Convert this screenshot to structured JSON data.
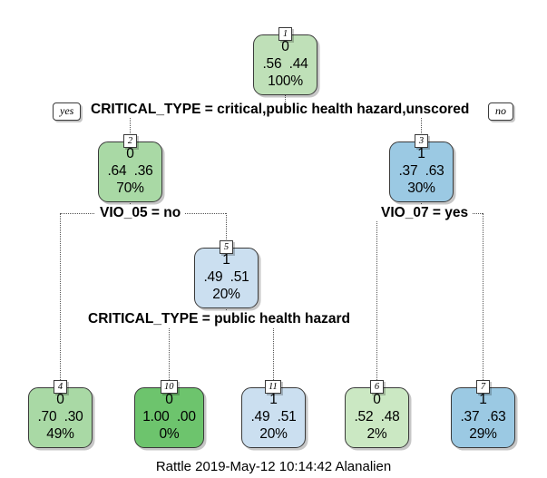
{
  "chart_data": {
    "type": "diagram",
    "diagram_type": "decision-tree",
    "title": "",
    "footer": "Rattle 2019-May-12 10:14:42 Alanalien",
    "class_labels": [
      "0",
      "1"
    ],
    "nodes": [
      {
        "id": "1",
        "predicted_class": "0",
        "prob_0": ".56",
        "prob_1": ".44",
        "percent": "100%",
        "color": "#bfe0b8",
        "level": 0
      },
      {
        "id": "2",
        "predicted_class": "0",
        "prob_0": ".64",
        "prob_1": ".36",
        "percent": "70%",
        "color": "#a9d9a5",
        "level": 1
      },
      {
        "id": "3",
        "predicted_class": "1",
        "prob_0": ".37",
        "prob_1": ".63",
        "percent": "30%",
        "color": "#9bc9e3",
        "level": 1
      },
      {
        "id": "5",
        "predicted_class": "1",
        "prob_0": ".49",
        "prob_1": ".51",
        "percent": "20%",
        "color": "#cbdff0",
        "level": 2
      },
      {
        "id": "4",
        "predicted_class": "0",
        "prob_0": ".70",
        "prob_1": ".30",
        "percent": "49%",
        "color": "#a9d9a5",
        "level": 3
      },
      {
        "id": "10",
        "predicted_class": "0",
        "prob_0": "1.00",
        "prob_1": ".00",
        "percent": "0%",
        "color": "#6dc46d",
        "level": 3
      },
      {
        "id": "11",
        "predicted_class": "1",
        "prob_0": ".49",
        "prob_1": ".51",
        "percent": "20%",
        "color": "#cbdff0",
        "level": 3
      },
      {
        "id": "6",
        "predicted_class": "0",
        "prob_0": ".52",
        "prob_1": ".48",
        "percent": "2%",
        "color": "#cbe8c3",
        "level": 3
      },
      {
        "id": "7",
        "predicted_class": "1",
        "prob_0": ".37",
        "prob_1": ".63",
        "percent": "29%",
        "color": "#9bc9e3",
        "level": 3
      }
    ],
    "splits": [
      {
        "id": "split-root",
        "text": "CRITICAL_TYPE = critical,public health hazard,unscored",
        "yes_label": "yes",
        "no_label": "no",
        "parent": "1",
        "children": [
          "2",
          "3"
        ]
      },
      {
        "id": "split-vio05",
        "text": "VIO_05 = no",
        "parent": "2",
        "children": [
          "4",
          "5"
        ]
      },
      {
        "id": "split-vio07",
        "text": "VIO_07 = yes",
        "parent": "3",
        "children": [
          "6",
          "7"
        ]
      },
      {
        "id": "split-critical-type-phh",
        "text": "CRITICAL_TYPE = public health hazard",
        "parent": "5",
        "children": [
          "10",
          "11"
        ]
      }
    ]
  },
  "nodes": {
    "n1": {
      "cls": "0",
      "probs": ".56  .44",
      "pct": "100%",
      "tag": "1"
    },
    "n2": {
      "cls": "0",
      "probs": ".64  .36",
      "pct": "70%",
      "tag": "2"
    },
    "n3": {
      "cls": "1",
      "probs": ".37  .63",
      "pct": "30%",
      "tag": "3"
    },
    "n5": {
      "cls": "1",
      "probs": ".49  .51",
      "pct": "20%",
      "tag": "5"
    },
    "n4": {
      "cls": "0",
      "probs": ".70  .30",
      "pct": "49%",
      "tag": "4"
    },
    "n10": {
      "cls": "0",
      "probs": "1.00  .00",
      "pct": "0%",
      "tag": "10"
    },
    "n11": {
      "cls": "1",
      "probs": ".49  .51",
      "pct": "20%",
      "tag": "11"
    },
    "n6": {
      "cls": "0",
      "probs": ".52  .48",
      "pct": "2%",
      "tag": "6"
    },
    "n7": {
      "cls": "1",
      "probs": ".37  .63",
      "pct": "29%",
      "tag": "7"
    }
  },
  "splits": {
    "root": {
      "text": "CRITICAL_TYPE = critical,public health hazard,unscored",
      "yes": "yes",
      "no": "no"
    },
    "vio05": {
      "text": "VIO_05 = no"
    },
    "vio07": {
      "text": "VIO_07 = yes"
    },
    "phh": {
      "text": "CRITICAL_TYPE = public health hazard"
    }
  },
  "footer": {
    "text": "Rattle 2019-May-12 10:14:42 Alanalien"
  },
  "colors": {
    "node_1": "#bfe0b8",
    "node_2": "#a9d9a5",
    "node_3": "#9bc9e3",
    "node_5": "#cbdff0",
    "node_4": "#a9d9a5",
    "node_10": "#6dc46d",
    "node_11": "#cbdff0",
    "node_6": "#cbe8c3",
    "node_7": "#9bc9e3",
    "border": "#3a3a3a",
    "line": "#555555"
  }
}
